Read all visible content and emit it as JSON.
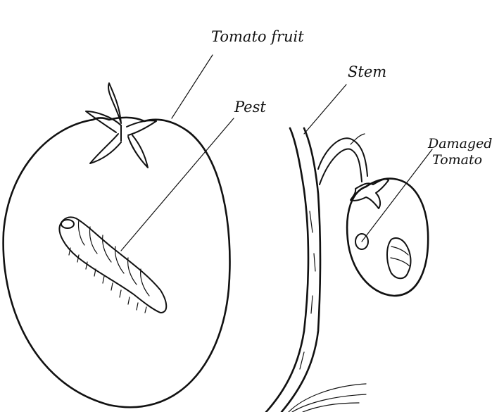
{
  "labels": {
    "tomato_fruit": "Tomato fruit",
    "pest": "Pest",
    "stem": "Stem",
    "damaged_line1": "Damaged",
    "damaged_line2": "Tomato"
  }
}
